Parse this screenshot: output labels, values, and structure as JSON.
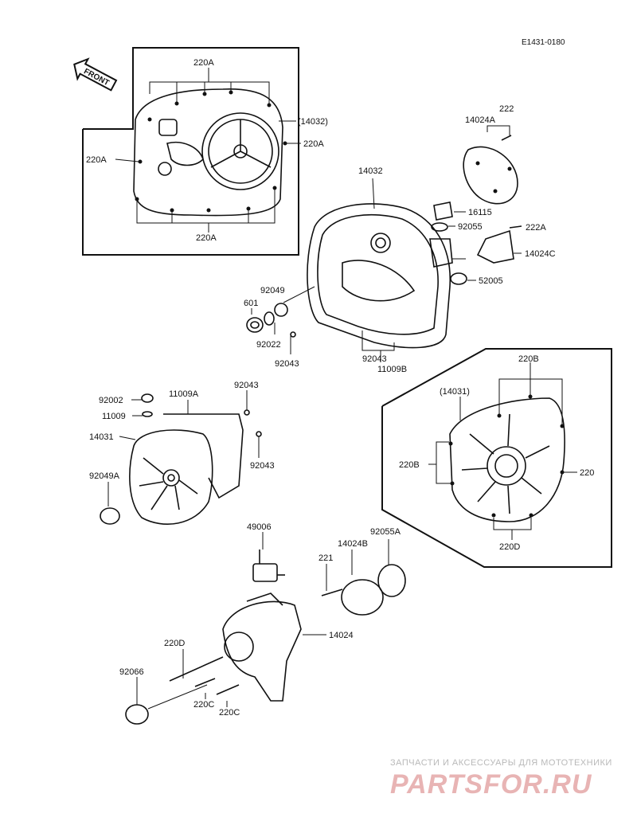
{
  "diagram_code": "E1431-0180",
  "front_label": "FRONT",
  "watermark": {
    "caption": "ЗАПЧАСТИ И АКСЕССУАРЫ ДЛЯ МОТОТЕХНИКИ",
    "site": "PARTSFOR.RU"
  },
  "labels": {
    "l220A_top": "220A",
    "l14032_paren": "(14032)",
    "l220A_right": "220A",
    "l220A_left": "220A",
    "l220A_bottom": "220A",
    "l222": "222",
    "l14024A": "14024A",
    "l14032": "14032",
    "l16115": "16115",
    "l92055": "92055",
    "l222A": "222A",
    "l14024C": "14024C",
    "l52005": "52005",
    "l92049": "92049",
    "l601": "601",
    "l92022": "92022",
    "l92043_mid": "92043",
    "l92043_right": "92043",
    "l11009B": "11009B",
    "l92002": "92002",
    "l11009A": "11009A",
    "l92043_top": "92043",
    "l11009": "11009",
    "l14031": "14031",
    "l92043_low": "92043",
    "l92049A": "92049A",
    "l220B_top": "220B",
    "l14031_paren": "(14031)",
    "l220B_left": "220B",
    "l220_right": "220",
    "l220D_bottom": "220D",
    "l49006": "49006",
    "l14024B": "14024B",
    "l92055A": "92055A",
    "l221": "221",
    "l14024": "14024",
    "l220D": "220D",
    "l92066": "92066",
    "l220C_a": "220C",
    "l220C_b": "220C"
  }
}
